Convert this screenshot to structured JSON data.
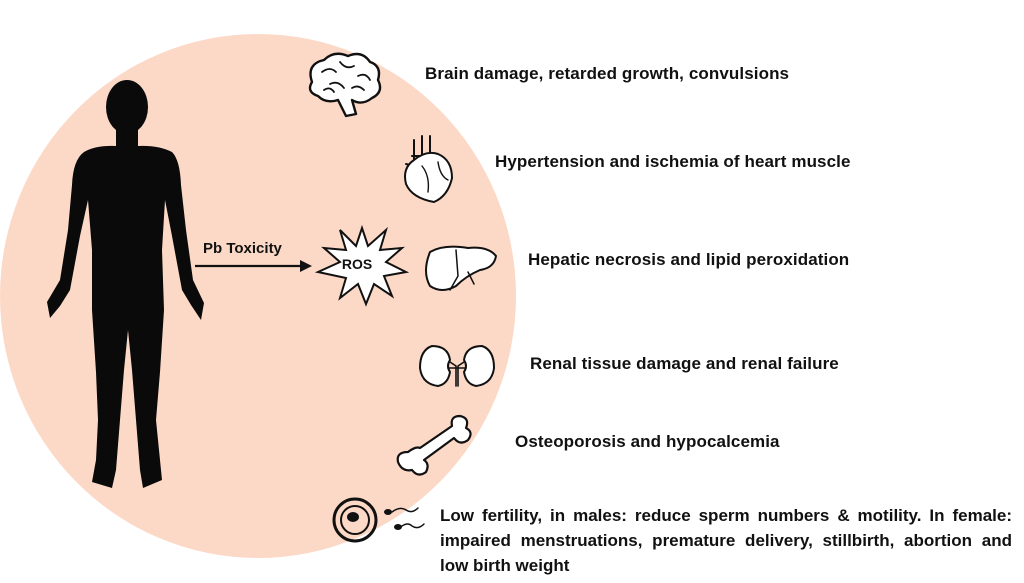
{
  "colors": {
    "circle_fill": "#fcd9c7",
    "silhouette": "#0a0a0a",
    "text": "#111111"
  },
  "arrow_label": "Pb Toxicity",
  "burst_label": "ROS",
  "effects": [
    {
      "organ_icon": "brain-icon",
      "text": "Brain damage, retarded growth, convulsions"
    },
    {
      "organ_icon": "heart-icon",
      "text": "Hypertension and ischemia of heart muscle"
    },
    {
      "organ_icon": "liver-icon",
      "text": "Hepatic necrosis and lipid peroxidation"
    },
    {
      "organ_icon": "kidney-icon",
      "text": "Renal tissue damage and renal failure"
    },
    {
      "organ_icon": "bone-icon",
      "text": "Osteoporosis and hypocalcemia"
    },
    {
      "organ_icon": "egg-sperm-icon",
      "text": "Low fertility, in males: reduce sperm numbers & motility. In female: impaired menstruations, premature delivery, stillbirth, abortion and low birth weight"
    }
  ]
}
